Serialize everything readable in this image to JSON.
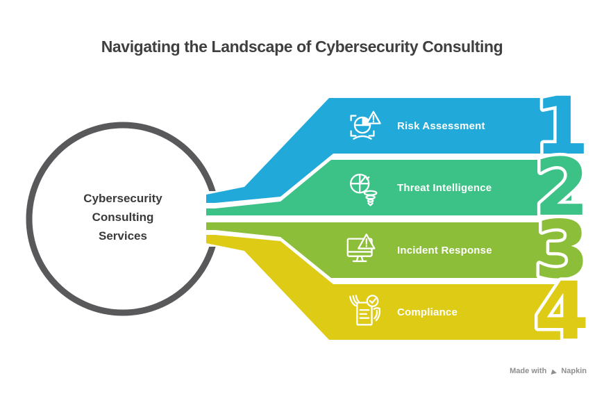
{
  "title": "Navigating the Landscape of Cybersecurity Consulting",
  "center_circle": {
    "lines": [
      "Cybersecurity",
      "Consulting",
      "Services"
    ]
  },
  "bands": [
    {
      "number": "1",
      "label": "Risk Assessment",
      "color": "#21A9DA",
      "icon": "risk-assessment-icon"
    },
    {
      "number": "2",
      "label": "Threat Intelligence",
      "color": "#3CC187",
      "icon": "threat-intelligence-icon"
    },
    {
      "number": "3",
      "label": "Incident Response",
      "color": "#8DBE3A",
      "icon": "incident-response-icon"
    },
    {
      "number": "4",
      "label": "Compliance",
      "color": "#DECB16",
      "icon": "compliance-icon"
    }
  ],
  "watermark": {
    "prefix": "Made with",
    "brand": "Napkin"
  },
  "colors": {
    "background": "#FFFFFF",
    "ring": "#59595B",
    "title_text": "#3F3F3F",
    "center_text": "#3A3A3A",
    "band_label_text": "#FFFFFF",
    "watermark_text": "#8E8E8E"
  }
}
